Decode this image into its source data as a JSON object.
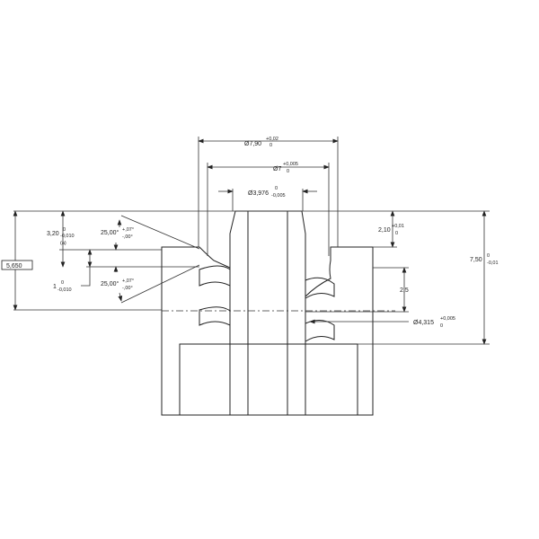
{
  "drawing": {
    "line_color": "#222222",
    "dimensions": {
      "d_outer": {
        "value": "Ø7,90",
        "upper": "+0,02",
        "lower": "0"
      },
      "d_mid": {
        "value": "Ø7",
        "upper": "+0,005",
        "lower": "0"
      },
      "d_bore": {
        "value": "Ø3,976",
        "upper": "0",
        "lower": "-0,005"
      },
      "d_thread": {
        "value": "Ø4,315",
        "upper": "+0,005",
        "lower": "0"
      },
      "h_top": {
        "value": "2,10",
        "upper": "+0,01",
        "lower": "0"
      },
      "h_pitch": {
        "value": "2,5"
      },
      "h_total": {
        "value": "7,50",
        "upper": "0",
        "lower": "-0,01"
      },
      "h_320": {
        "value": "3,20",
        "upper": "0",
        "lower": "-0,010",
        "note": "(a)"
      },
      "h_1": {
        "value": "1",
        "upper": "0",
        "lower": "-0,010"
      },
      "h_ref": {
        "value": "5,650"
      },
      "angle_top": {
        "value": "25,00°",
        "upper": "+,07°",
        "lower": "-,00°"
      },
      "angle_bottom": {
        "value": "25,00°",
        "upper": "+,07°",
        "lower": "-,00°"
      }
    }
  }
}
